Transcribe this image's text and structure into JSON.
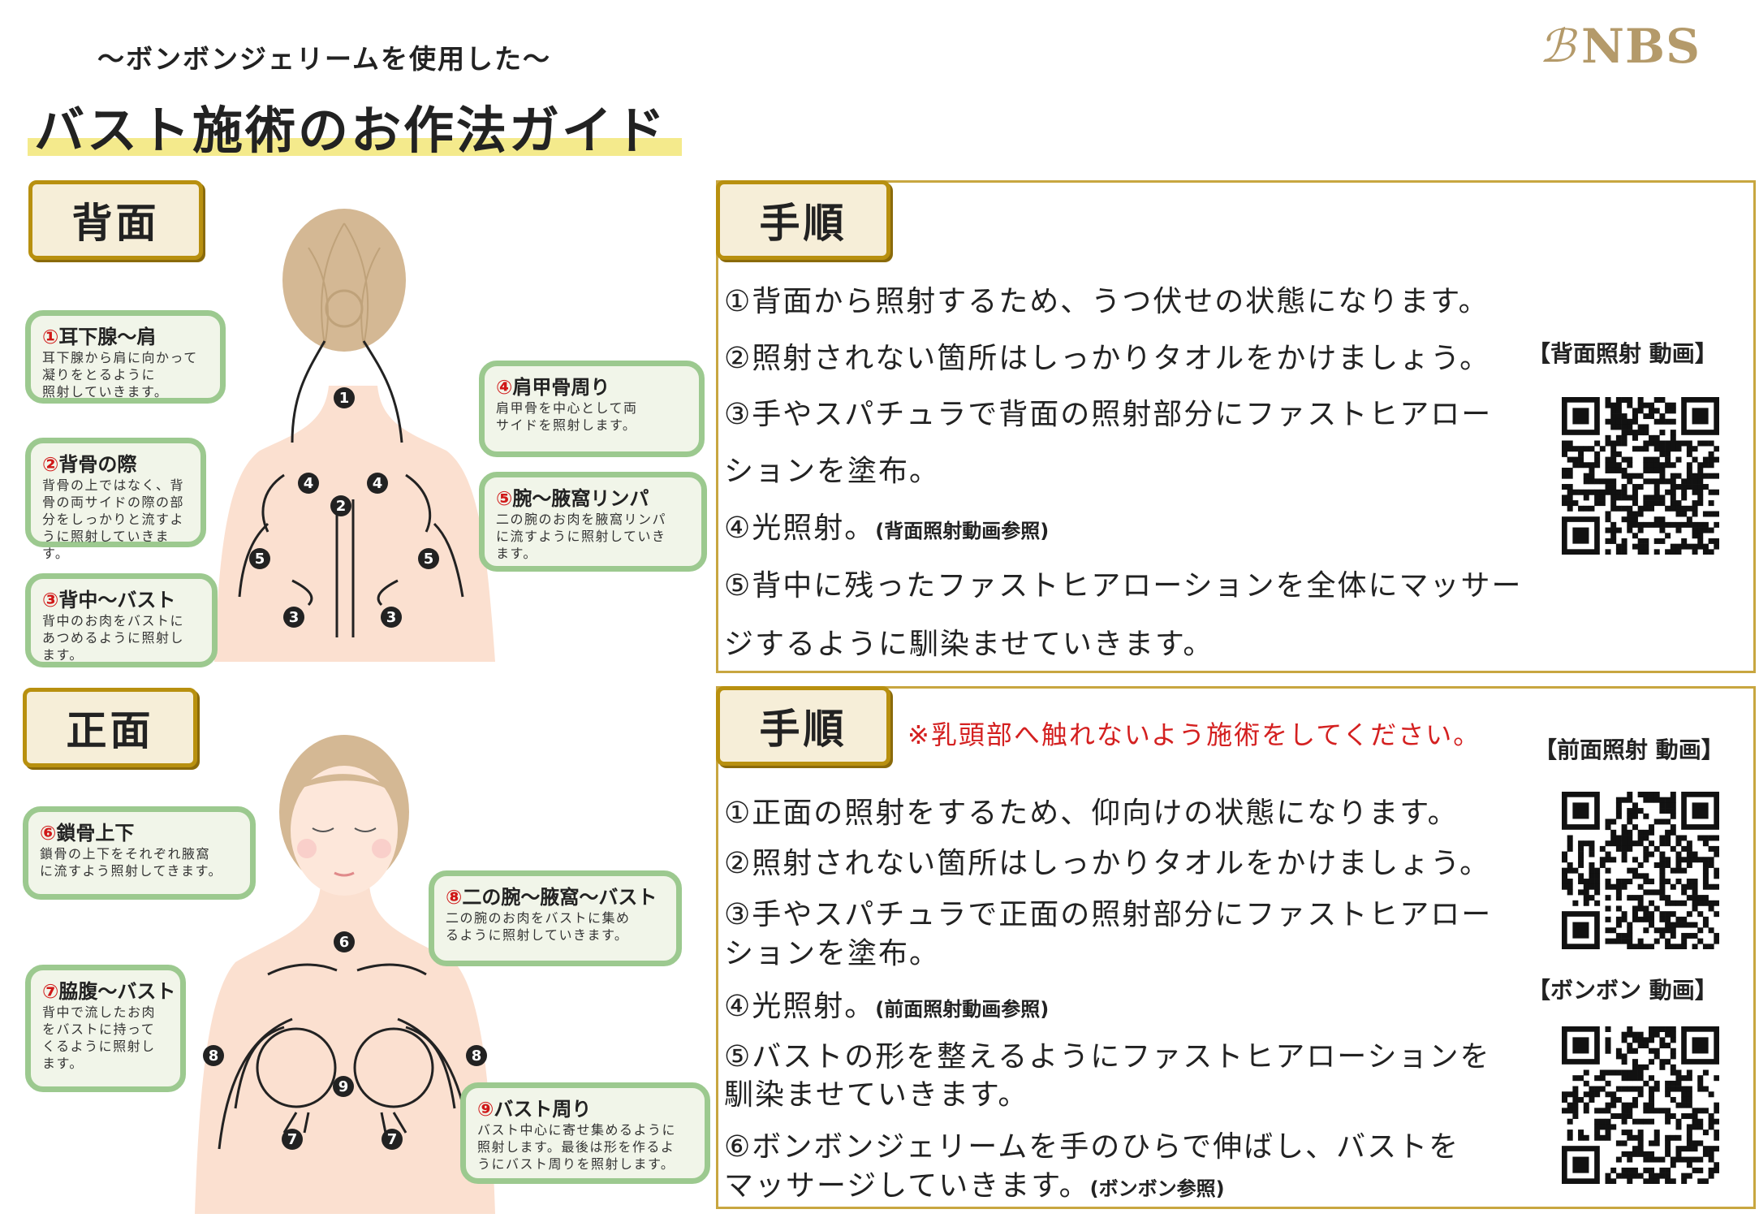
{
  "header": {
    "subtitle": "〜ボンボンジェリームを使用した〜",
    "title": "バスト施術のお作法ガイド",
    "logo_mark": "ℬ",
    "logo_text": "NBS"
  },
  "back": {
    "section_label": "背面",
    "panel_label": "手順",
    "steps": [
      {
        "text": "①背面から照射するため、うつ伏せの状態になります。"
      },
      {
        "text": "②照射されない箇所はしっかりタオルをかけましょう。"
      },
      {
        "text": "③手やスパチュラで背面の照射部分にファストヒアロー"
      },
      {
        "text": "ションを塗布。"
      },
      {
        "text": "④光照射。",
        "ref": "(背面照射動画参照)"
      },
      {
        "text": "⑤背中に残ったファストヒアローションを全体にマッサー"
      },
      {
        "text": "ジするように馴染ませていきます。"
      }
    ],
    "video_label": "【背面照射 動画】",
    "callouts": [
      {
        "num": "①",
        "title": "耳下腺〜肩",
        "desc": "耳下腺から肩に向かって\n凝りをとるように\n照射していきます。"
      },
      {
        "num": "②",
        "title": "背骨の際",
        "desc": "背骨の上ではなく、背\n骨の両サイドの際の部\n分をしっかりと流すよ\nうに照射していきます。"
      },
      {
        "num": "③",
        "title": "背中〜バスト",
        "desc": "背中のお肉をバストに\nあつめるように照射し\nます。"
      },
      {
        "num": "④",
        "title": "肩甲骨周り",
        "desc": "肩甲骨を中心として両\nサイドを照射します。"
      },
      {
        "num": "⑤",
        "title": "腕〜腋窩リンパ",
        "desc": "二の腕のお肉を腋窩リンパ\nに流すように照射していき\nます。"
      }
    ],
    "markers": [
      "1",
      "2",
      "3",
      "3",
      "4",
      "4",
      "5",
      "5"
    ]
  },
  "front": {
    "section_label": "正面",
    "panel_label": "手順",
    "warning": "※乳頭部へ触れないよう施術をしてください。",
    "steps": [
      {
        "text": "①正面の照射をするため、仰向けの状態になります。"
      },
      {
        "text": "②照射されない箇所はしっかりタオルをかけましょう。"
      },
      {
        "text": "③手やスパチュラで正面の照射部分にファストヒアロー"
      },
      {
        "text": "ションを塗布。"
      },
      {
        "text": "④光照射。",
        "ref": "(前面照射動画参照)"
      },
      {
        "text": "⑤バストの形を整えるようにファストヒアローションを"
      },
      {
        "text": "馴染ませていきます。"
      },
      {
        "text": "⑥ボンボンジェリームを手のひらで伸ばし、バストを"
      },
      {
        "text": "マッサージしていきます。",
        "ref": "(ボンボン参照)"
      }
    ],
    "video_label_1": "【前面照射 動画】",
    "video_label_2": "【ボンボン 動画】",
    "callouts": [
      {
        "num": "⑥",
        "title": "鎖骨上下",
        "desc": "鎖骨の上下をそれぞれ腋窩\nに流すよう照射してきます。"
      },
      {
        "num": "⑦",
        "title": "脇腹〜バスト",
        "desc": "背中で流したお肉\nをバストに持って\nくるように照射し\nます。"
      },
      {
        "num": "⑧",
        "title": "二の腕〜腋窩〜バスト",
        "desc": "二の腕のお肉をバストに集め\nるように照射していきます。"
      },
      {
        "num": "⑨",
        "title": "バスト周り",
        "desc": "バスト中心に寄せ集めるように\n照射します。最後は形を作るよ\nうにバスト周りを照射します。"
      }
    ],
    "markers": [
      "6",
      "7",
      "7",
      "8",
      "8",
      "9"
    ]
  },
  "colors": {
    "gold": "#b8900f",
    "green": "#9cc98f",
    "red": "#d01818",
    "skin": "#fbe0d0",
    "hair": "#d4b894",
    "yellow": "#f4ea8c"
  }
}
